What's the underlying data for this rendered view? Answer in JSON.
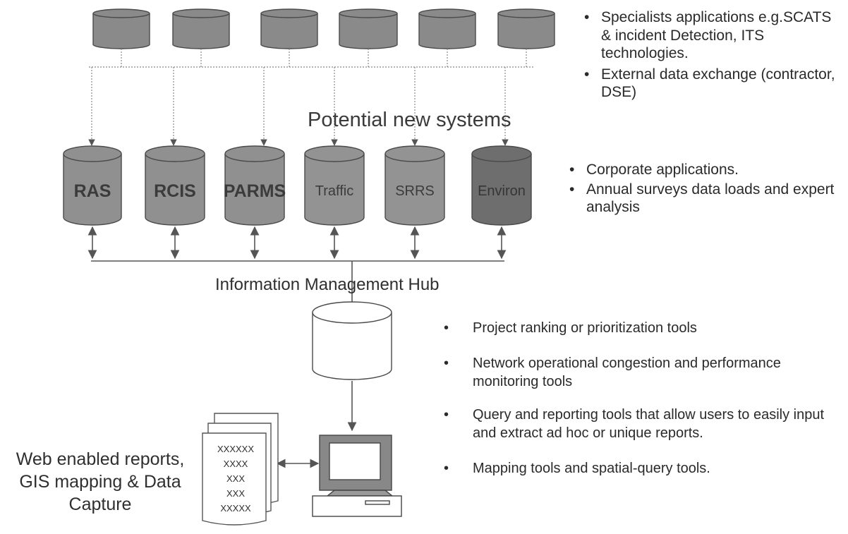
{
  "databases": [
    {
      "label": "RAS",
      "bold": true,
      "fill": "#909090",
      "text_color": "#3b3b3b"
    },
    {
      "label": "RCIS",
      "bold": true,
      "fill": "#909090",
      "text_color": "#3b3b3b"
    },
    {
      "label": "PARMS",
      "bold": true,
      "fill": "#909090",
      "text_color": "#3b3b3b"
    },
    {
      "label": "Traffic",
      "bold": false,
      "fill": "#939393",
      "text_color": "#3b3b3b"
    },
    {
      "label": "SRRS",
      "bold": false,
      "fill": "#939393",
      "text_color": "#3b3b3b"
    },
    {
      "label": "Environ",
      "bold": false,
      "fill": "#6e6e6e",
      "text_color": "#353535"
    }
  ],
  "potential_label": "Potential new systems",
  "hub_label": "Information Management Hub",
  "top_bullets": [
    "Specialists applications e.g.SCATS & incident Detection, ITS technologies.",
    "External data exchange (contractor, DSE)"
  ],
  "mid_bullets": [
    "Corporate applications.",
    "Annual surveys data loads and expert analysis"
  ],
  "low_bullets": [
    "Project ranking or prioritization tools",
    "Network operational congestion and performance  monitoring tools",
    "Query and reporting tools that allow users to easily input and extract ad hoc or unique reports.",
    "Mapping tools and spatial-query tools."
  ],
  "report_lines": [
    "XXXXXX",
    "XXXX",
    "XXX",
    "XXX",
    "XXXXX"
  ],
  "web_label": "Web enabled reports, GIS mapping & Data Capture",
  "colors": {
    "top_cylinder": "#8a8a8a",
    "hub_cylinder": "#ffffff",
    "line": "#555555",
    "dotted_line": "#888888",
    "text": "#333333"
  }
}
